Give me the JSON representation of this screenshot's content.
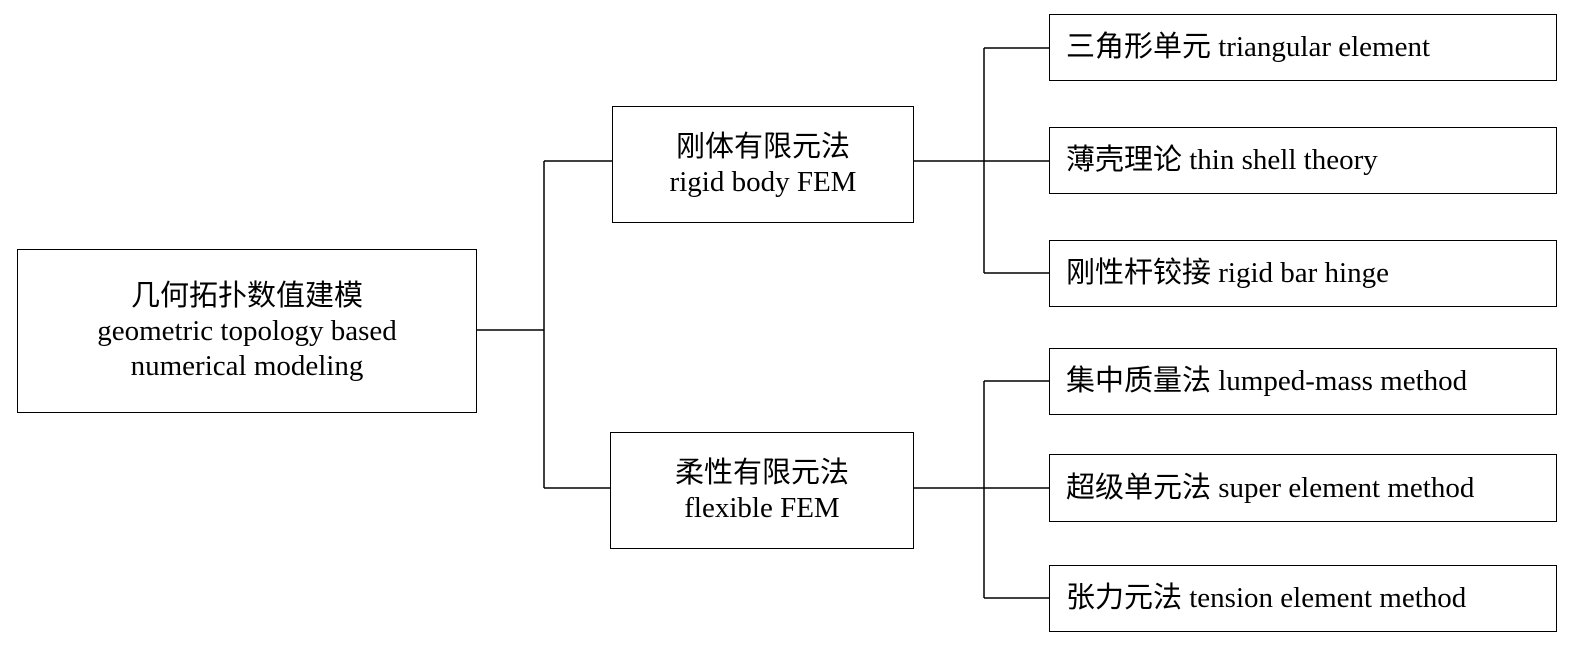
{
  "root": {
    "lines": [
      "几何拓扑数值建模",
      "geometric topology based",
      "numerical modeling"
    ]
  },
  "branches": [
    {
      "lines": [
        "刚体有限元法",
        "rigid body FEM"
      ],
      "leaves": [
        "三角形单元 triangular element",
        "薄壳理论 thin shell theory",
        "刚性杆铰接 rigid bar hinge"
      ]
    },
    {
      "lines": [
        "柔性有限元法",
        "flexible FEM"
      ],
      "leaves": [
        "集中质量法 lumped-mass method",
        "超级单元法 super element method",
        "张力元法 tension element method"
      ]
    }
  ],
  "colors": {
    "line": "#000000",
    "box_border": "#000000",
    "background": "#ffffff"
  }
}
